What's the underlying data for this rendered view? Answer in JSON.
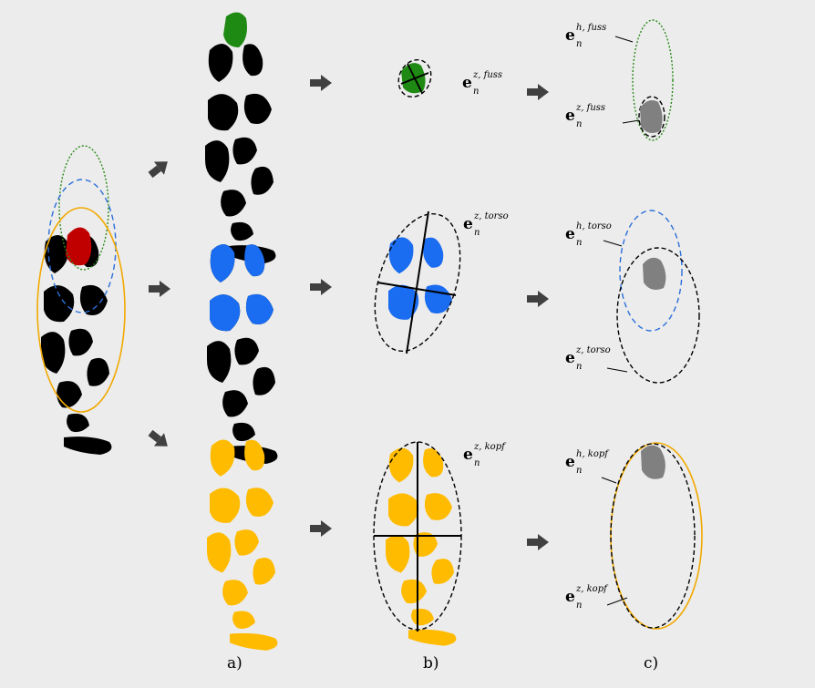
{
  "colors": {
    "background": "#ececec",
    "black_parts": "#000000",
    "fuss_fill": "#1f8a13",
    "torso_fill": "#1a6cf0",
    "kopf_fill": "#ffbb00",
    "head_red": "#c00000",
    "fuss_ellipse": "#2a8a1a",
    "torso_ellipse": "#2a6fd8",
    "kopf_ellipse": "#f2a900",
    "predicted_gray": "#808080",
    "arrow_gray": "#404040"
  },
  "labels": {
    "col_a": "a)",
    "col_b": "b)",
    "col_c": "c)",
    "e_base": "e",
    "sub_n": "n",
    "b_fuss_sup": "z, fuss",
    "b_torso_sup": "z, torso",
    "b_kopf_sup": "z, kopf",
    "c_fuss_h_sup": "h, fuss",
    "c_fuss_z_sup": "z, fuss",
    "c_torso_h_sup": "h, torso",
    "c_torso_z_sup": "z, torso",
    "c_kopf_h_sup": "h, kopf",
    "c_kopf_z_sup": "z, kopf"
  },
  "icons": {
    "arrow": "right-arrow-icon"
  }
}
